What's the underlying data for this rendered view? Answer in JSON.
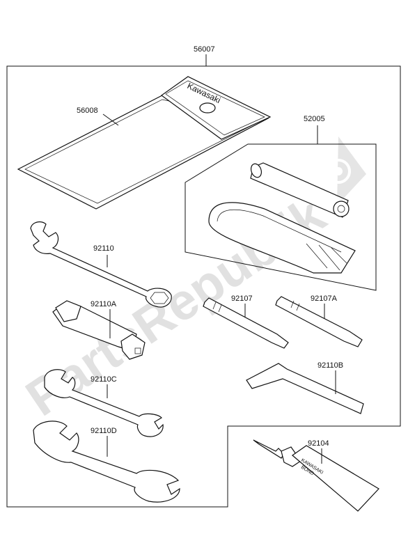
{
  "labels": {
    "main_kit": "56007",
    "pouch": "56008",
    "tube_set": "52005",
    "wrench_92110": "92110",
    "plug_wrench": "92110A",
    "wrench_92110c": "92110C",
    "wrench_92110d": "92110D",
    "screwdriver_92107": "92107",
    "screwdriver_92107a": "92107A",
    "hex_key": "92110B",
    "bond_tube": "92104"
  },
  "printed_text": {
    "pouch_brand": "Kawasaki",
    "tube_brand": "KAWASAKI",
    "tube_product": "BOND"
  },
  "watermark": "PartsRepublik",
  "icons": [
    "gear-icon"
  ]
}
